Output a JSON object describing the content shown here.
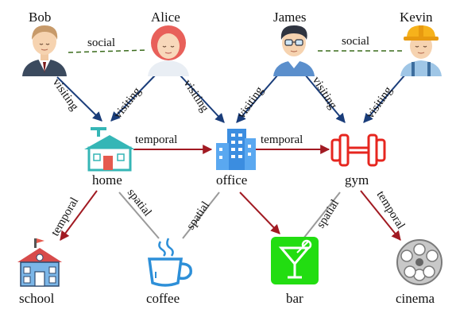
{
  "people": [
    {
      "id": "bob",
      "name": "Bob"
    },
    {
      "id": "alice",
      "name": "Alice"
    },
    {
      "id": "james",
      "name": "James"
    },
    {
      "id": "kevin",
      "name": "Kevin"
    }
  ],
  "places": [
    {
      "id": "home",
      "name": "home"
    },
    {
      "id": "office",
      "name": "office"
    },
    {
      "id": "gym",
      "name": "gym"
    },
    {
      "id": "school",
      "name": "school"
    },
    {
      "id": "coffee",
      "name": "coffee"
    },
    {
      "id": "bar",
      "name": "bar"
    },
    {
      "id": "cinema",
      "name": "cinema"
    }
  ],
  "relations": {
    "social": "social",
    "visiting": "visiting",
    "temporal": "temporal",
    "spatial": "spatial"
  },
  "colors": {
    "social": "#3a6b1c",
    "visiting": "#1a3d7a",
    "temporal": "#a11a22",
    "spatial": "#9a9a9a",
    "home_house": "#35b6b6",
    "office_building": "#3b8de0",
    "gym_dumbbell": "#e6261f",
    "bar_tile": "#22dd11",
    "school_body": "#7bb6e8",
    "coffee_cup": "#2d8fd8"
  }
}
